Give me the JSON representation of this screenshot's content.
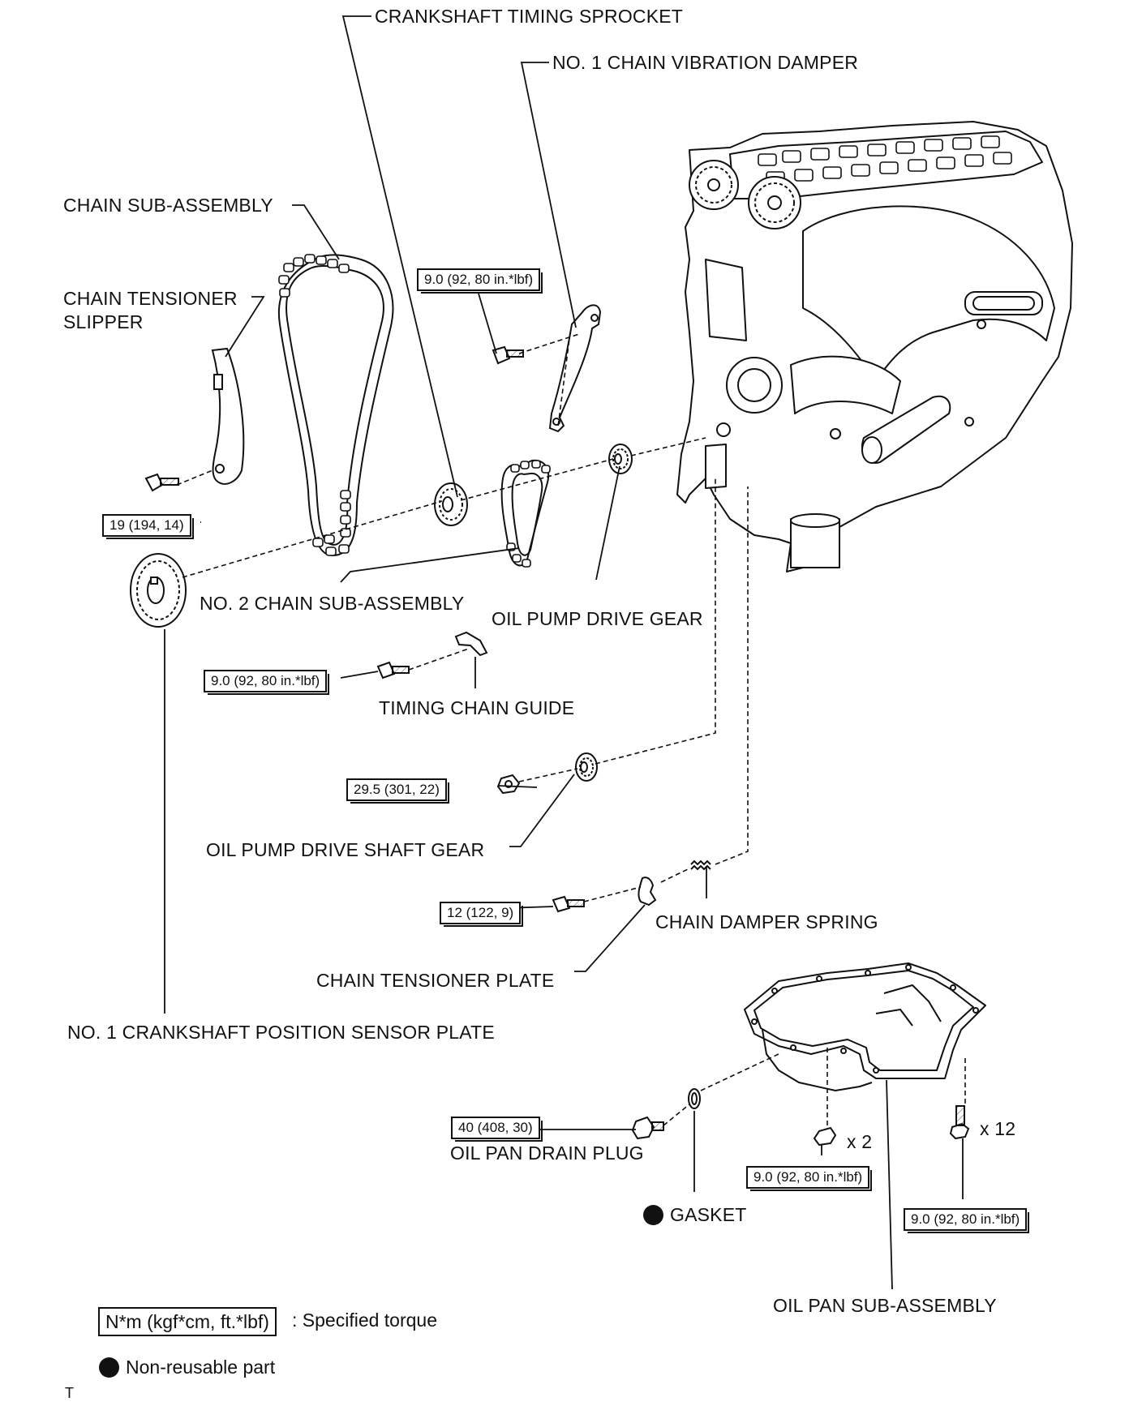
{
  "labels": {
    "crankshaft_timing_sprocket": "CRANKSHAFT TIMING SPROCKET",
    "no1_chain_vibration_damper": "NO. 1 CHAIN VIBRATION DAMPER",
    "chain_sub_assembly": "CHAIN SUB-ASSEMBLY",
    "chain_tensioner_slipper_1": "CHAIN TENSIONER",
    "chain_tensioner_slipper_2": "SLIPPER",
    "no2_chain_sub_assembly": "NO. 2 CHAIN SUB-ASSEMBLY",
    "oil_pump_drive_gear": "OIL PUMP DRIVE GEAR",
    "timing_chain_guide": "TIMING CHAIN GUIDE",
    "oil_pump_drive_shaft_gear": "OIL PUMP DRIVE SHAFT GEAR",
    "chain_damper_spring": "CHAIN DAMPER SPRING",
    "chain_tensioner_plate": "CHAIN TENSIONER PLATE",
    "no1_crankshaft_position_sensor_plate": "NO. 1 CRANKSHAFT POSITION SENSOR PLATE",
    "oil_pan_drain_plug": "OIL PAN DRAIN PLUG",
    "gasket": "GASKET",
    "oil_pan_sub_assembly": "OIL PAN SUB-ASSEMBLY",
    "qty_x2": "x 2",
    "qty_x12": "x 12"
  },
  "torques": {
    "damper_bolt": "9.0 (92, 80 in.*lbf)",
    "slipper_bolt": "19 (194, 14)",
    "chain_guide_bolt": "9.0 (92, 80 in.*lbf)",
    "drive_shaft_gear_nut": "29.5 (301, 22)",
    "tensioner_plate_bolt": "12 (122, 9)",
    "drain_plug": "40 (408, 30)",
    "pan_nut_x2": "9.0 (92, 80 in.*lbf)",
    "pan_bolt_x12": "9.0 (92, 80 in.*lbf)"
  },
  "legend": {
    "torque_units": "N*m (kgf*cm, ft.*lbf)",
    "torque_desc": ": Specified torque",
    "non_reusable": "Non-reusable part"
  },
  "footer_mark": "T"
}
